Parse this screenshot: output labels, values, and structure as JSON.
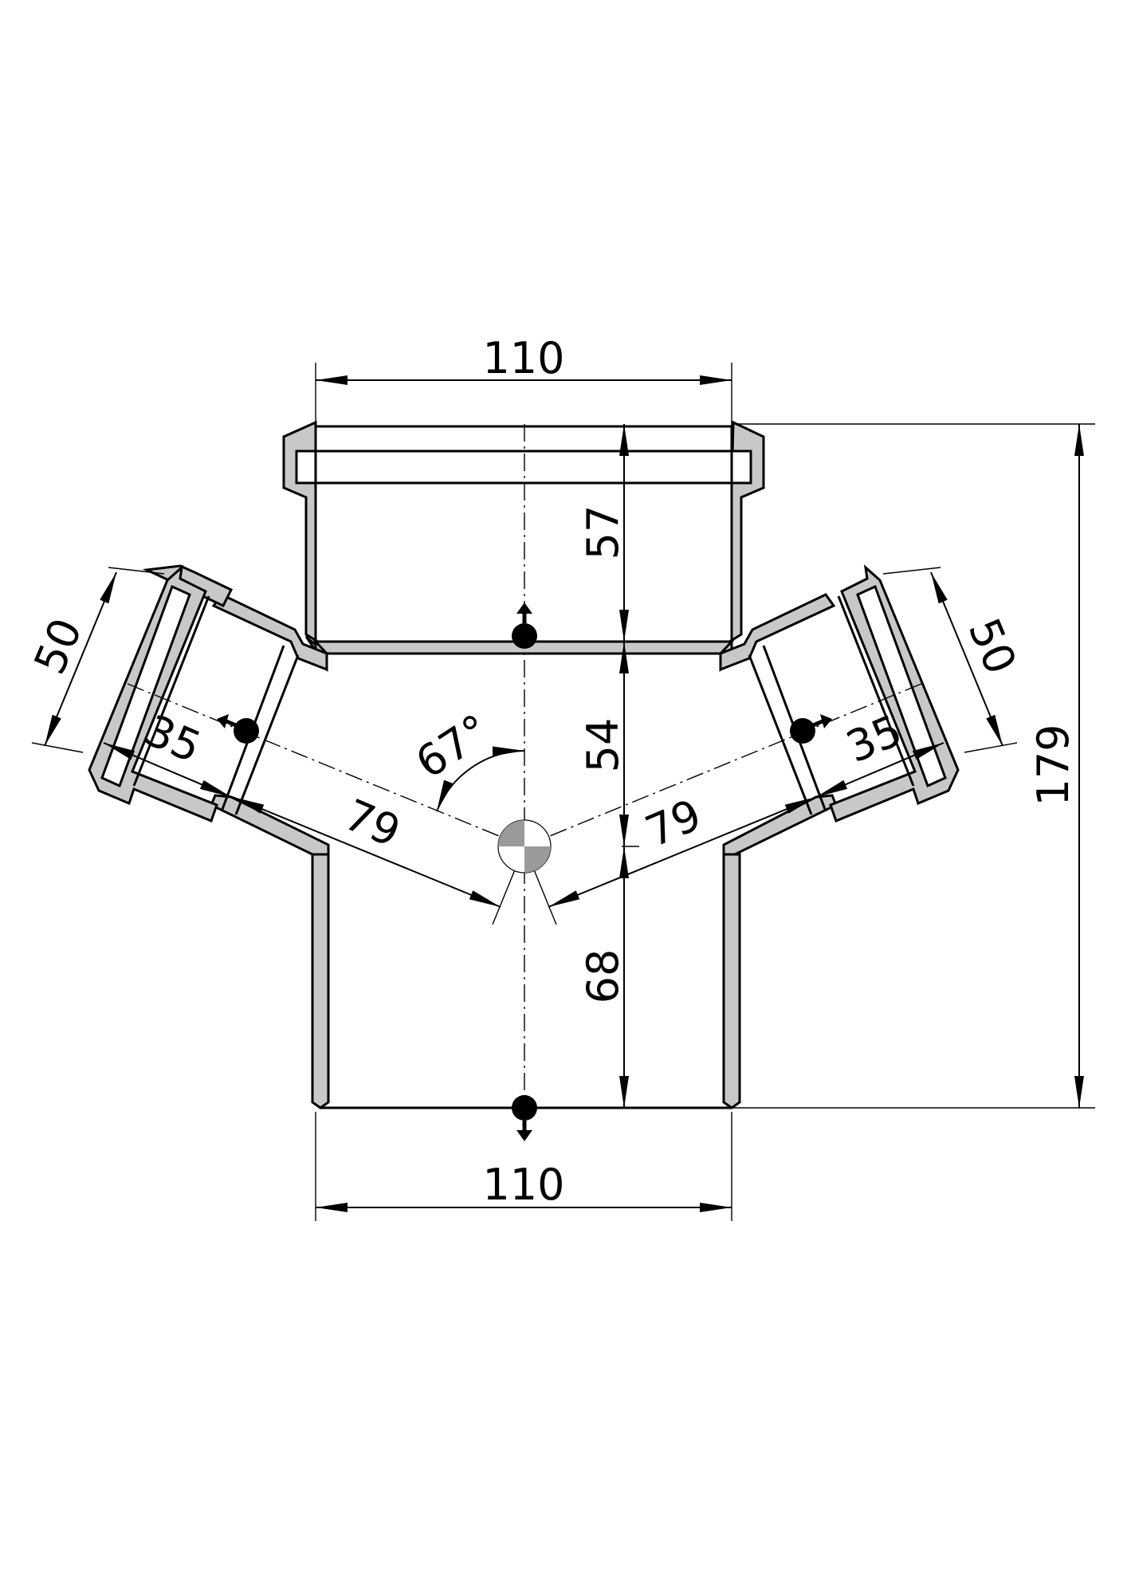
{
  "dimensions": {
    "top_width": "110",
    "bottom_width": "110",
    "total_height": "179",
    "socket_depth_top": "57",
    "branch_offset": "54",
    "lower_length": "68",
    "branch_left_diameter": "50",
    "branch_right_diameter": "50",
    "branch_left_socket": "35",
    "branch_right_socket": "35",
    "branch_left_length": "79",
    "branch_right_length": "79",
    "branch_angle": "67°"
  },
  "colors": {
    "wall_fill": "#c8c8c8",
    "line": "#000000"
  }
}
